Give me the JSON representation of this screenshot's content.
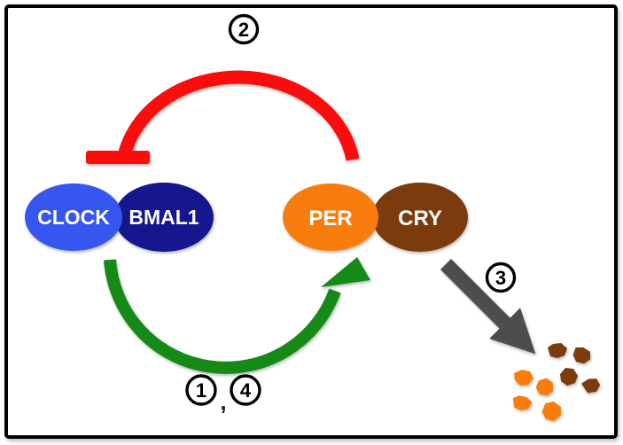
{
  "colors": {
    "clock": "#3657ef",
    "bmal1": "#13138e",
    "per": "#f97d0c",
    "cry": "#7c3a0e",
    "inhibition_red": "#fb0b07",
    "activation_green": "#128a12",
    "degradation_gray": "#4d4d4d",
    "fragment_orange": "#f97d0c",
    "fragment_brown": "#7c3a0e"
  },
  "nodes": {
    "clock": {
      "label": "CLOCK"
    },
    "bmal1": {
      "label": "BMAL1"
    },
    "per": {
      "label": "PER"
    },
    "cry": {
      "label": "CRY"
    }
  },
  "steps": {
    "inhibition": {
      "label": "2"
    },
    "activation": {
      "labels": [
        "1",
        "4"
      ],
      "separator": ","
    },
    "degradation": {
      "label": "3"
    }
  },
  "glyphs": {
    "inhibition_arc": "red-tbar-inhibition-arc",
    "activation_arc": "green-activation-arrow-arc",
    "degradation_arrow": "gray-degradation-arrow",
    "fragments": "degraded-protein-fragments"
  }
}
